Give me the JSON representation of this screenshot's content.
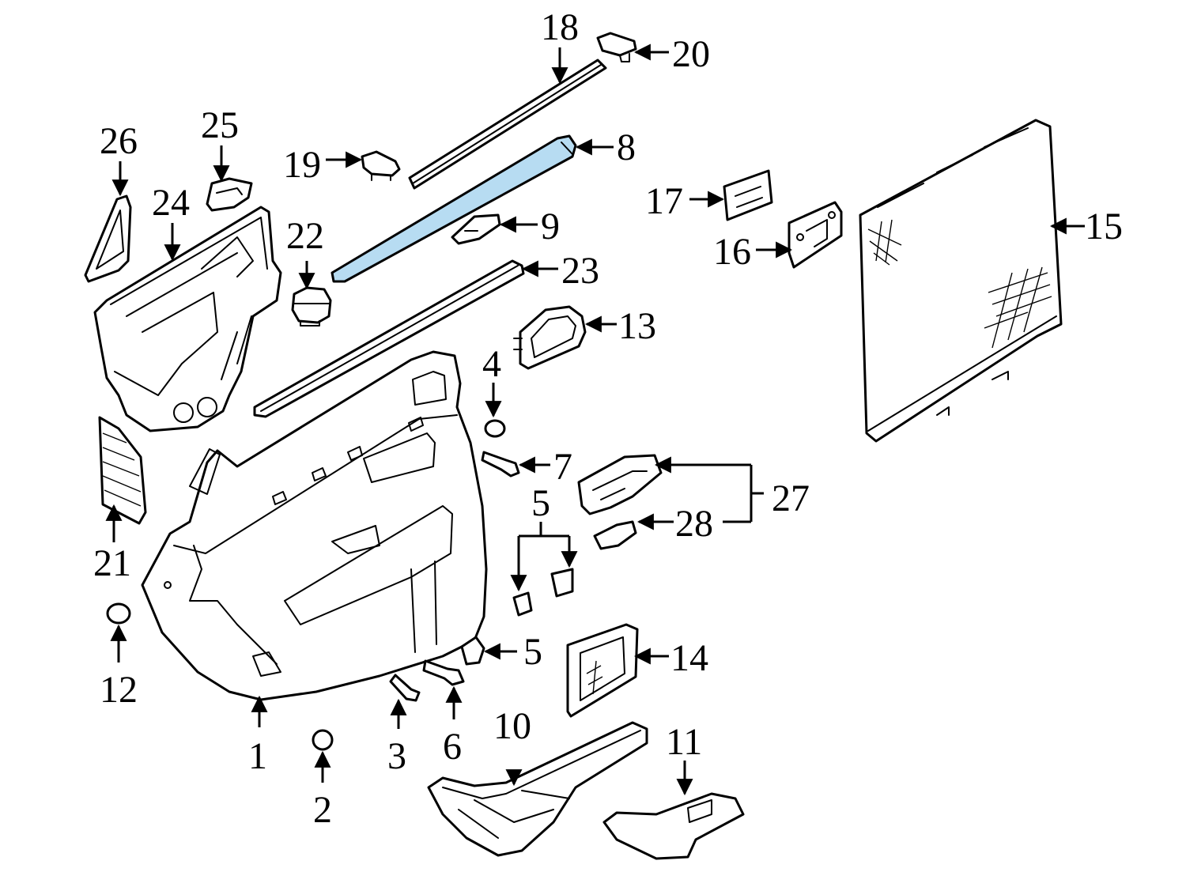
{
  "diagram": {
    "highlight_color": "#b7dcf2",
    "line_color": "#000000",
    "background": "#ffffff",
    "callouts": {
      "c1": "1",
      "c2": "2",
      "c3": "3",
      "c4": "4",
      "c5a": "5",
      "c5b": "5",
      "c6": "6",
      "c7": "7",
      "c8": "8",
      "c9": "9",
      "c10": "10",
      "c11": "11",
      "c12": "12",
      "c13": "13",
      "c14": "14",
      "c15": "15",
      "c16": "16",
      "c17": "17",
      "c18": "18",
      "c19": "19",
      "c20": "20",
      "c21": "21",
      "c22": "22",
      "c23": "23",
      "c24": "24",
      "c25": "25",
      "c26": "26",
      "c27": "27",
      "c28": "28"
    },
    "highlighted_part": "8"
  }
}
